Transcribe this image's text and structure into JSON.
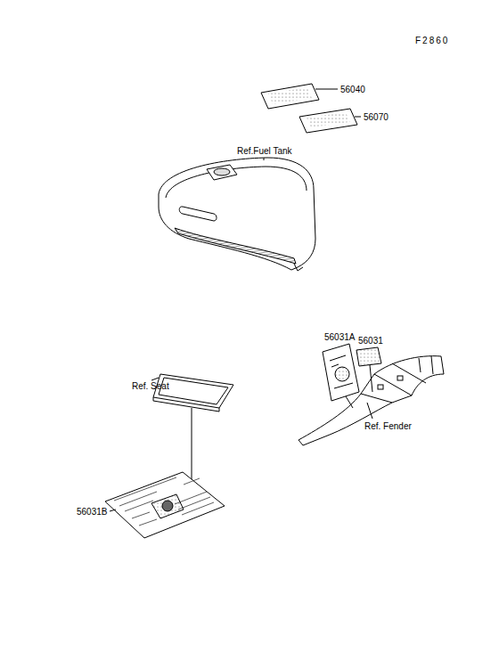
{
  "diagram": {
    "labels": [
      "F2860",
      "56040",
      "56070",
      "Ref.Fuel Tank",
      "56031A",
      "56031",
      "Ref. Seat",
      "Ref. Fender",
      "56031B"
    ]
  }
}
